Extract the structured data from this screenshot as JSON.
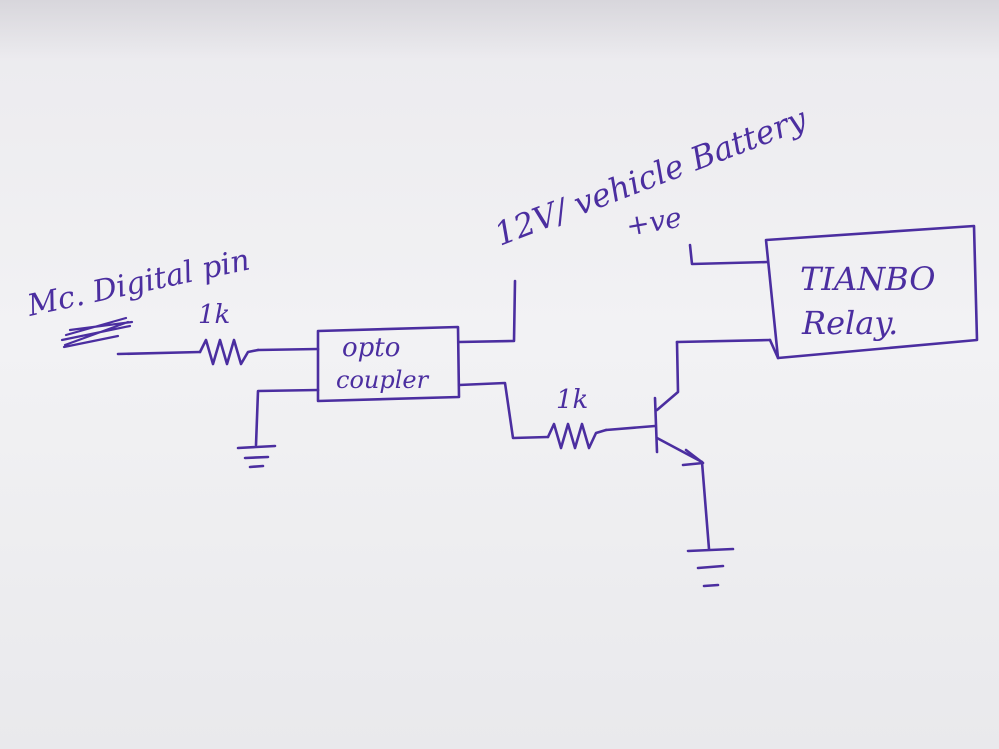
{
  "labels": {
    "mc_pin": "Mc. Digital pin",
    "r1": "1k",
    "r2": "1k",
    "opto_line1": "opto",
    "opto_line2": "coupler",
    "supply_line1": "12V/ vehicle Battery",
    "supply_line2": "+ve",
    "relay_line1": "TIANBO",
    "relay_line2": "Relay."
  },
  "ink_color": "#4b2ea0",
  "paper_color": "#efeff1"
}
